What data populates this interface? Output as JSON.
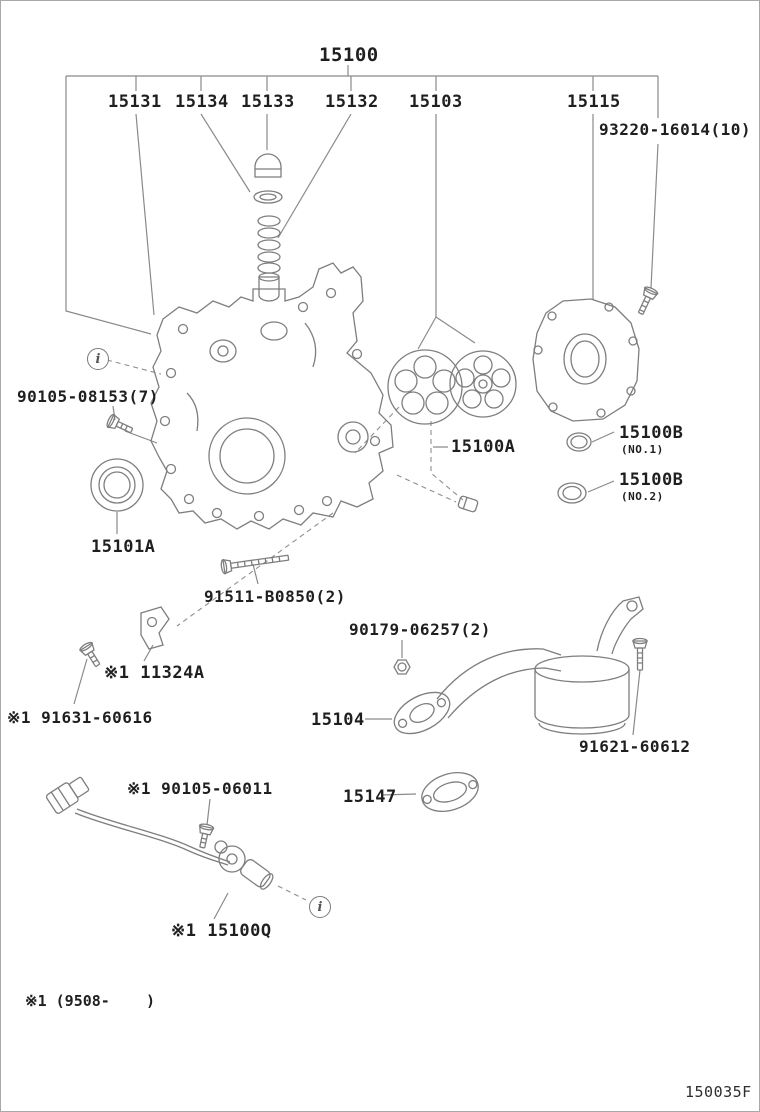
{
  "page": {
    "footnote": "※1 (9508-    )",
    "diagram_code": "150035F",
    "line_color": "#7e7e7e",
    "text_color": "#1f1f1f"
  },
  "labels": {
    "p15100": "15100",
    "p15131": "15131",
    "p15134": "15134",
    "p15133": "15133",
    "p15132": "15132",
    "p15103": "15103",
    "p15115": "15115",
    "p93220_16014": "93220-16014(10)",
    "p90105_08153": "90105-08153(7)",
    "p15100A": "15100A",
    "p15100B": "15100B",
    "p15100B_no1": "(NO.1)",
    "p15100B_no2": "(NO.2)",
    "p15101A": "15101A",
    "p91511_B0850": "91511-B0850(2)",
    "p11324A": "※1 11324A",
    "p91631_60616": "※1 91631-60616",
    "p90179_06257": "90179-06257(2)",
    "p15104": "15104",
    "p91621_60612": "91621-60612",
    "p15147": "15147",
    "p90105_06011": "※1 90105-06011",
    "p15100Q": "※1 15100Q",
    "ref_symbol": "i"
  }
}
